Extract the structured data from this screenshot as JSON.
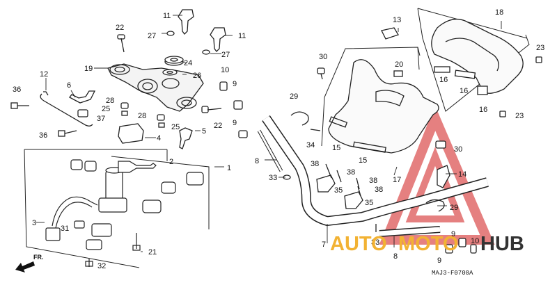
{
  "diagram": {
    "code": "MAJ3-F0700A",
    "front_label": "FR.",
    "callouts": [
      "1",
      "2",
      "3",
      "4",
      "5",
      "6",
      "7",
      "8",
      "9",
      "10",
      "11",
      "12",
      "13",
      "14",
      "15",
      "16",
      "17",
      "18",
      "19",
      "20",
      "21",
      "22",
      "23",
      "24",
      "25",
      "26",
      "27",
      "28",
      "29",
      "30",
      "31",
      "32",
      "33",
      "34",
      "35",
      "36",
      "37",
      "38"
    ]
  },
  "watermark": {
    "part1": "AUTO",
    "part2": "MOTO",
    "part3": "HUB",
    "color_primary": "#f2b233",
    "color_secondary": "#333333",
    "triangle_color": "#e06a6a"
  },
  "icons": [
    "triangle-logo-icon",
    "front-arrow-icon"
  ]
}
